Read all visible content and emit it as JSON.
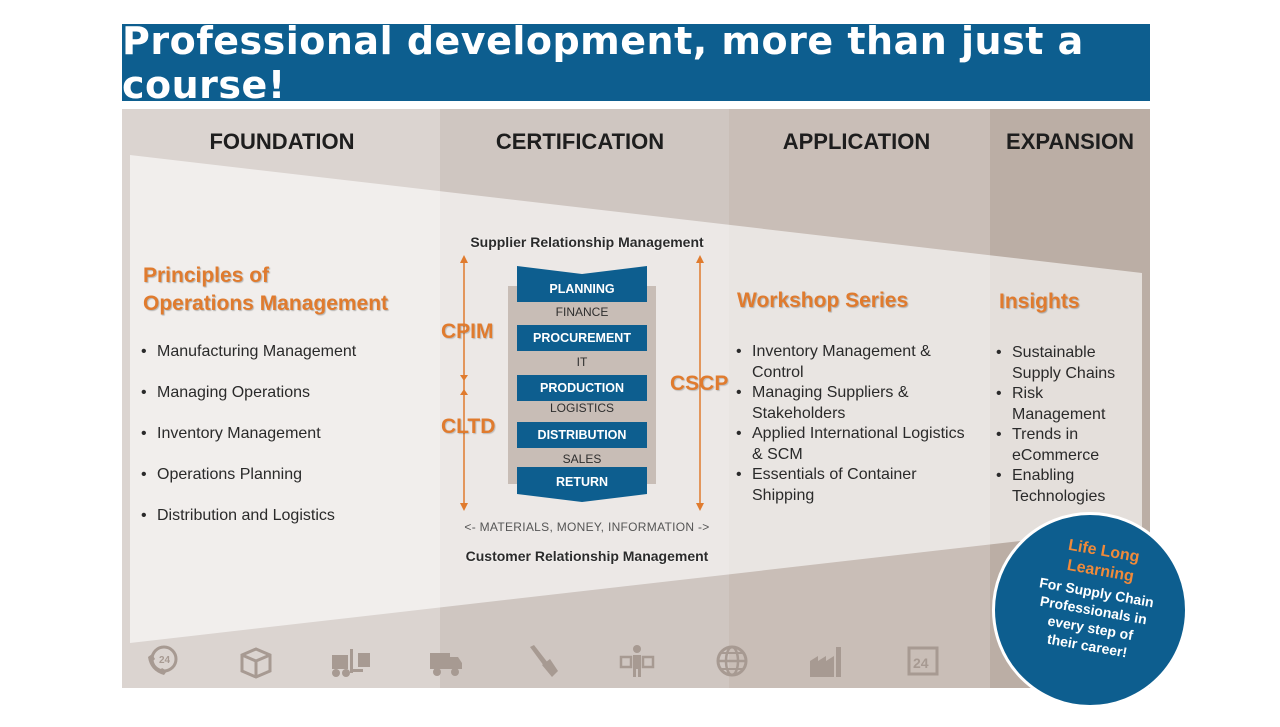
{
  "title": "Professional development, more than just a course!",
  "columns": {
    "foundation": "FOUNDATION",
    "certification": "CERTIFICATION",
    "application": "APPLICATION",
    "expansion": "EXPANSION"
  },
  "foundation": {
    "title_line1": "Principles of",
    "title_line2": "Operations Management",
    "items": [
      "Manufacturing Management",
      "Managing Operations",
      "Inventory Management",
      "Operations Planning",
      "Distribution and Logistics"
    ]
  },
  "certification": {
    "top_label": "Supplier Relationship Management",
    "bottom_label": "Customer Relationship Management",
    "flow_note": "<- MATERIALS, MONEY, INFORMATION ->",
    "left_labels": [
      "CPIM",
      "CLTD"
    ],
    "right_label": "CSCP",
    "stack": [
      "PLANNING",
      "FINANCE",
      "PROCUREMENT",
      "IT",
      "PRODUCTION",
      "LOGISTICS",
      "DISTRIBUTION",
      "SALES",
      "RETURN"
    ]
  },
  "application": {
    "title": "Workshop Series",
    "items": [
      [
        "Inventory Management &",
        "Control"
      ],
      [
        "Managing Suppliers &",
        "Stakeholders"
      ],
      [
        "Applied International Logistics",
        "& SCM"
      ],
      [
        "Essentials of Container",
        "Shipping"
      ]
    ]
  },
  "expansion": {
    "title": "Insights",
    "items": [
      [
        "Sustainable",
        "Supply Chains"
      ],
      [
        "Risk",
        "Management"
      ],
      [
        "Trends in",
        "eCommerce"
      ],
      [
        "Enabling",
        "Technologies"
      ]
    ]
  },
  "badge": {
    "headline_line1": "Life Long",
    "headline_line2": "Learning",
    "text_lines": [
      "For Supply Chain",
      "Professionals in",
      "every step of",
      "their career!"
    ]
  },
  "icons": [
    "phone-24-icon",
    "box-icon",
    "forklift-icon",
    "truck-icon",
    "shovel-icon",
    "worker-boxes-icon",
    "globe-icon",
    "factory-icon",
    "24h-icon"
  ],
  "colors": {
    "brand_blue": "#0d5e8f",
    "accent_orange": "#e07b2e"
  }
}
